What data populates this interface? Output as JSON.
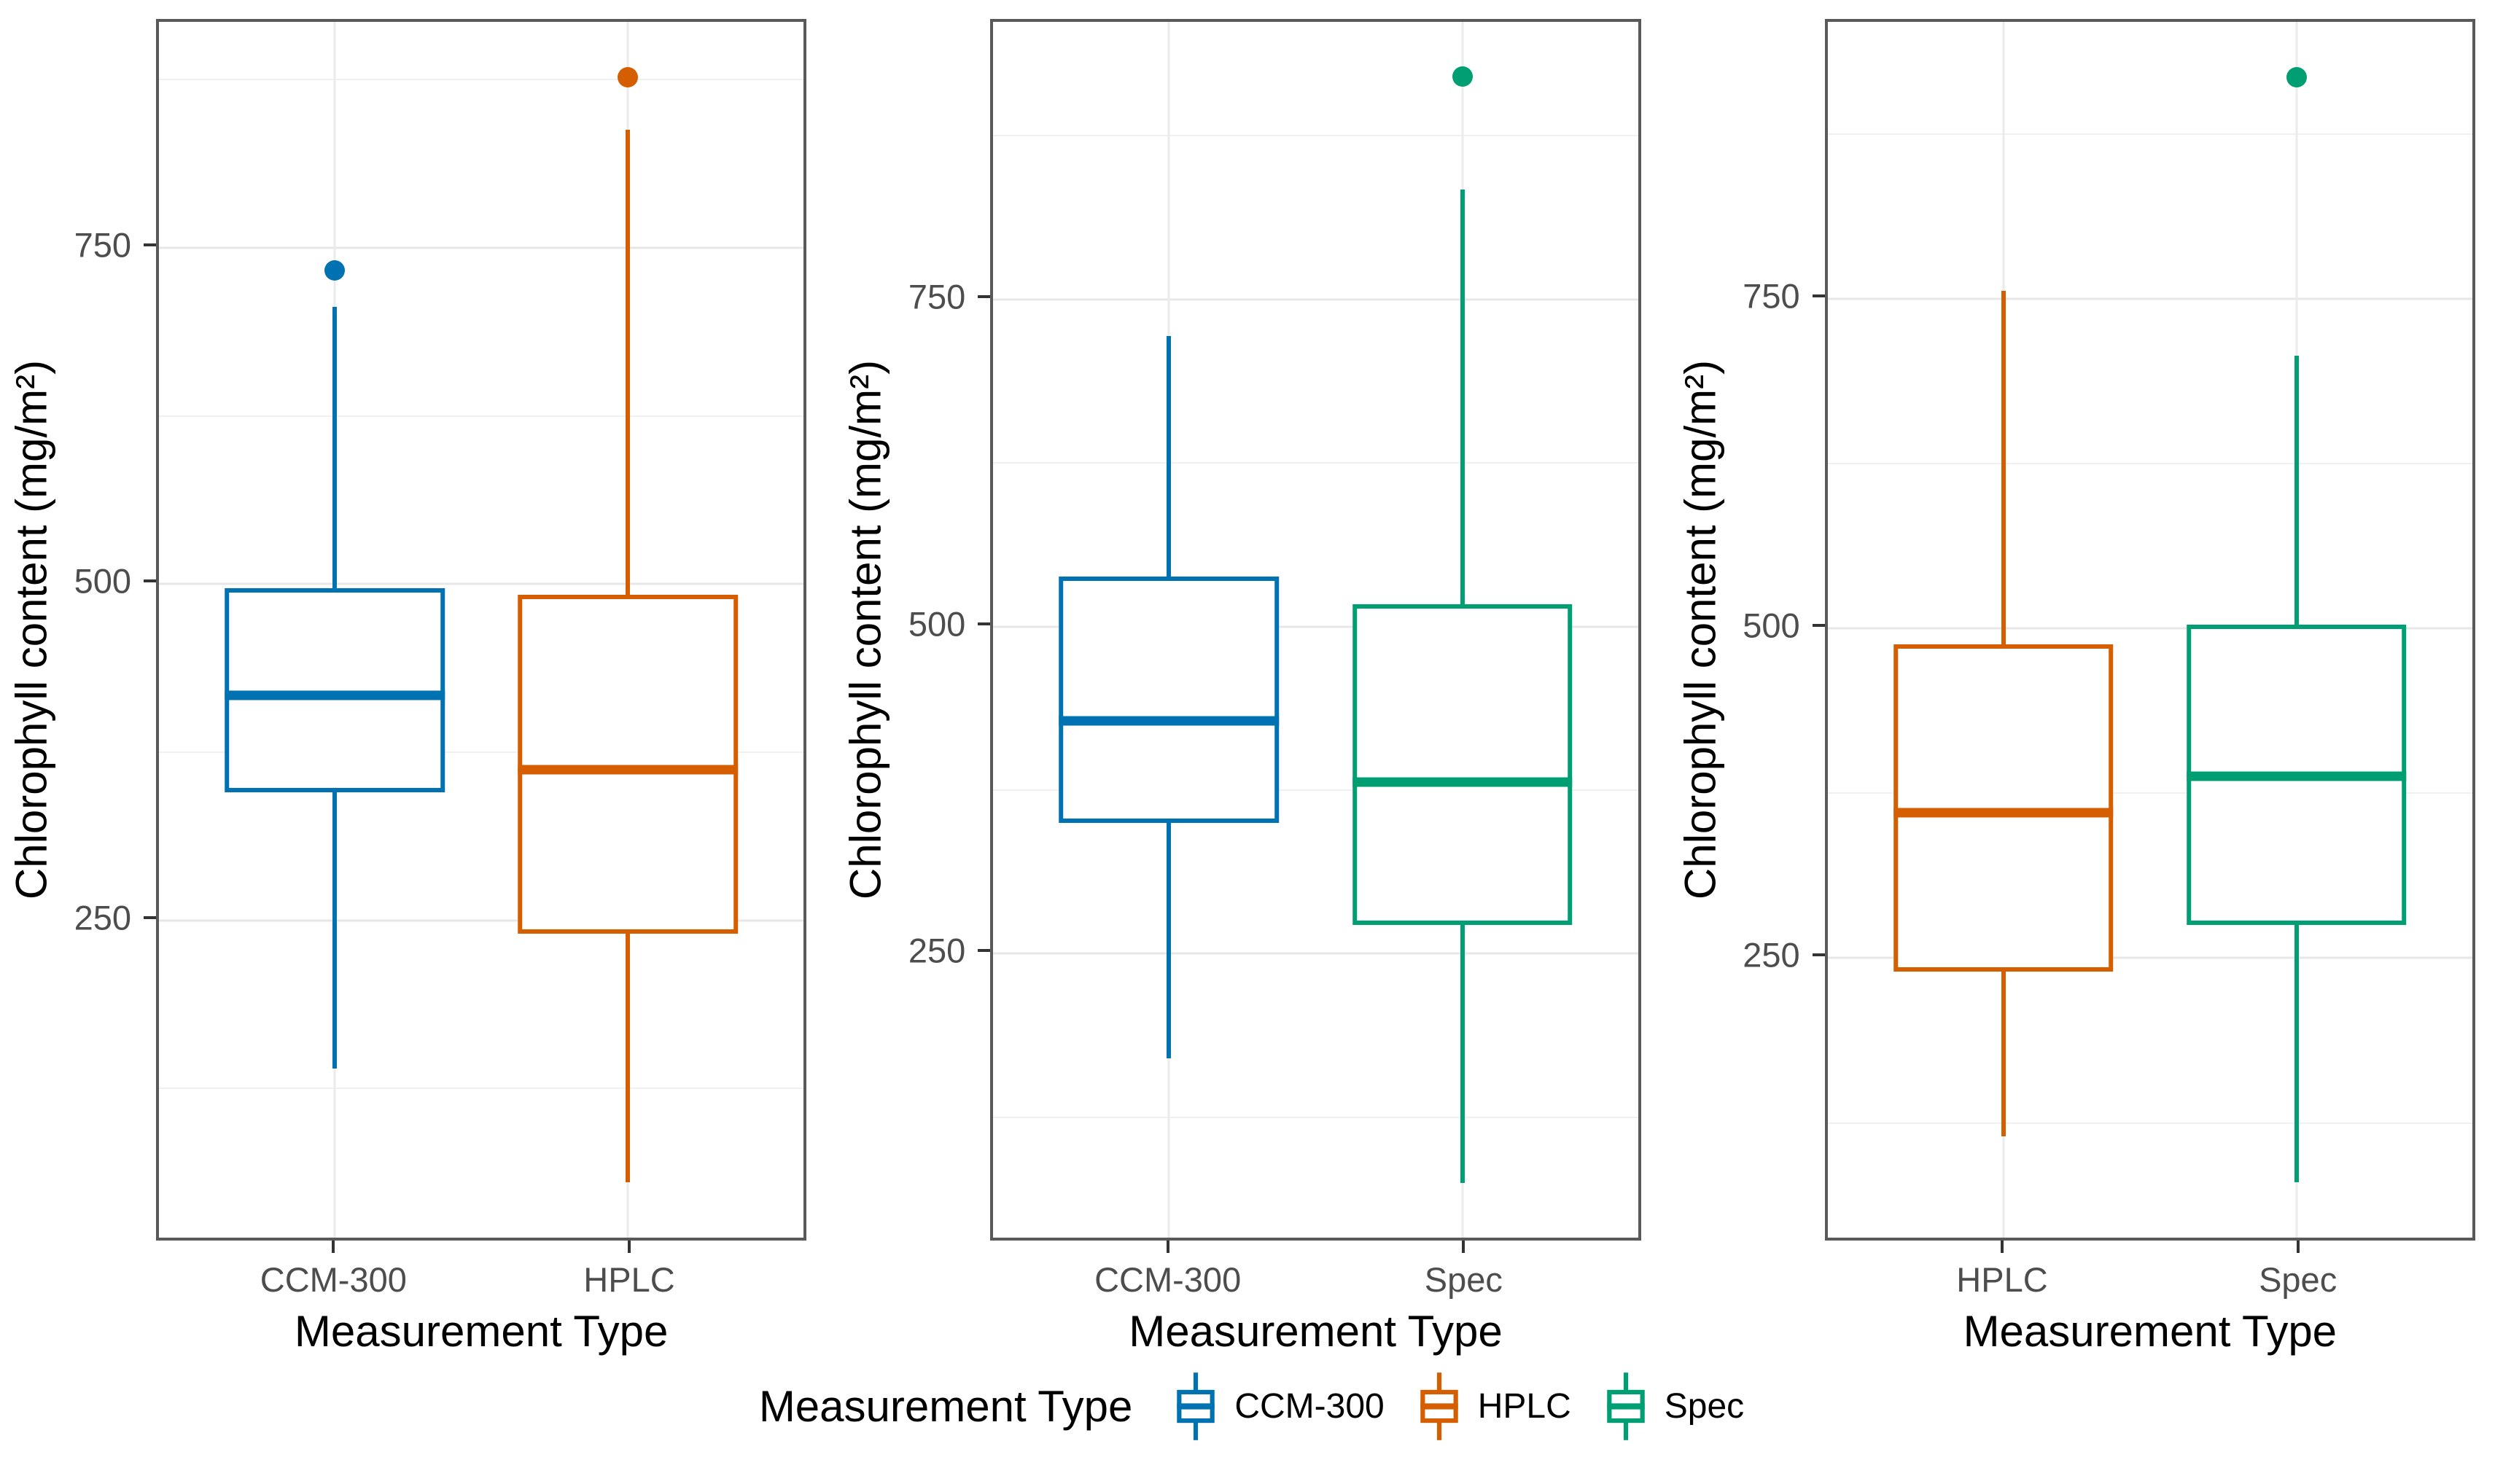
{
  "figure": {
    "background_color": "#ffffff",
    "text_color": "#000000",
    "tick_label_color": "#4d4d4d",
    "panel_border_color": "#595959",
    "gridline_color": "#ebebeb"
  },
  "legend": {
    "title": "Measurement Type",
    "items": [
      {
        "label": "CCM-300",
        "color": "#0072B2"
      },
      {
        "label": "HPLC",
        "color": "#D55E00"
      },
      {
        "label": "Spec",
        "color": "#009E73"
      }
    ]
  },
  "chart_data": {
    "type": "boxplot",
    "layout": "three side-by-side panels, shared styling, legend bottom center",
    "ylabel": "Chlorophyll content (mg/m²)",
    "xlabel": "Measurement Type",
    "yticks": [
      "250",
      "500",
      "750"
    ],
    "ytick_values": [
      250,
      500,
      750
    ],
    "ytick_minor_values": [
      125,
      375,
      625,
      875
    ],
    "grid": "horizontal major+minor gridlines; vertical gridline at each category",
    "category_positions": [
      0.2727,
      0.7273
    ],
    "box_width_fraction": 0.341,
    "panels": [
      {
        "categories": [
          "CCM-300",
          "HPLC"
        ],
        "ylim": [
          14,
          918
        ],
        "series": [
          {
            "name": "CCM-300",
            "color": "#0072B2",
            "whisker_low": 140,
            "q1": 345,
            "median": 417,
            "q3": 497,
            "whisker_high": 706,
            "outliers": [
              733
            ]
          },
          {
            "name": "HPLC",
            "color": "#D55E00",
            "whisker_low": 55,
            "q1": 240,
            "median": 362,
            "q3": 492,
            "whisker_high": 838,
            "outliers": [
              877
            ]
          }
        ]
      },
      {
        "categories": [
          "CCM-300",
          "Spec"
        ],
        "ylim": [
          33,
          962
        ],
        "series": [
          {
            "name": "CCM-300",
            "color": "#0072B2",
            "whisker_low": 170,
            "q1": 350,
            "median": 428,
            "q3": 538,
            "whisker_high": 722,
            "outliers": []
          },
          {
            "name": "Spec",
            "color": "#009E73",
            "whisker_low": 75,
            "q1": 272,
            "median": 381,
            "q3": 517,
            "whisker_high": 834,
            "outliers": [
              920
            ]
          }
        ]
      },
      {
        "categories": [
          "HPLC",
          "Spec"
        ],
        "ylim": [
          38,
          960
        ],
        "series": [
          {
            "name": "HPLC",
            "color": "#D55E00",
            "whisker_low": 115,
            "q1": 240,
            "median": 360,
            "q3": 488,
            "whisker_high": 756,
            "outliers": []
          },
          {
            "name": "Spec",
            "color": "#009E73",
            "whisker_low": 80,
            "q1": 275,
            "median": 388,
            "q3": 503,
            "whisker_high": 707,
            "outliers": [
              918
            ]
          }
        ]
      }
    ]
  }
}
